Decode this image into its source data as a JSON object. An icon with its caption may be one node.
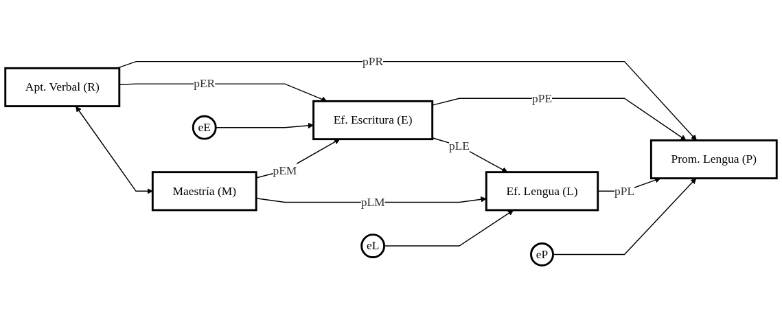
{
  "diagram": {
    "nodes": [
      {
        "text": [
          "Apt. Verbal (R)"
        ]
      },
      {
        "text": [
          "eP"
        ]
      },
      {
        "text": [
          "eE"
        ]
      },
      {
        "text": [
          "Ef. Escritura (E)"
        ]
      },
      {
        "text": [
          "Prom. Lengua (P)"
        ]
      },
      {
        "text": [
          "Ef. Lengua (L)"
        ]
      },
      {
        "text": [
          "Maestría (M)"
        ]
      },
      {
        "text": [
          "eL"
        ]
      }
    ],
    "edges": [
      {
        "from": 0,
        "to": 6,
        "arrow": "both"
      },
      {
        "from": 0,
        "to": 3,
        "arrow": "to",
        "label": "pER"
      },
      {
        "from": 0,
        "to": 4,
        "arrow": "to",
        "label": "pPR"
      },
      {
        "from": 2,
        "to": 3,
        "arrow": "to"
      },
      {
        "from": 6,
        "to": 3,
        "arrow": "to",
        "label": "pEM"
      },
      {
        "from": 3,
        "to": 4,
        "arrow": "to",
        "label": "pPE"
      },
      {
        "from": 3,
        "to": 5,
        "arrow": "to",
        "label": "pLE"
      },
      {
        "from": 6,
        "to": 5,
        "arrow": "to",
        "label": "pLM"
      },
      {
        "from": 5,
        "to": 4,
        "arrow": "to",
        "label": "pPL"
      },
      {
        "from": 1,
        "to": 4,
        "arrow": "to"
      },
      {
        "from": 7,
        "to": 5,
        "arrow": "to"
      }
    ]
  }
}
